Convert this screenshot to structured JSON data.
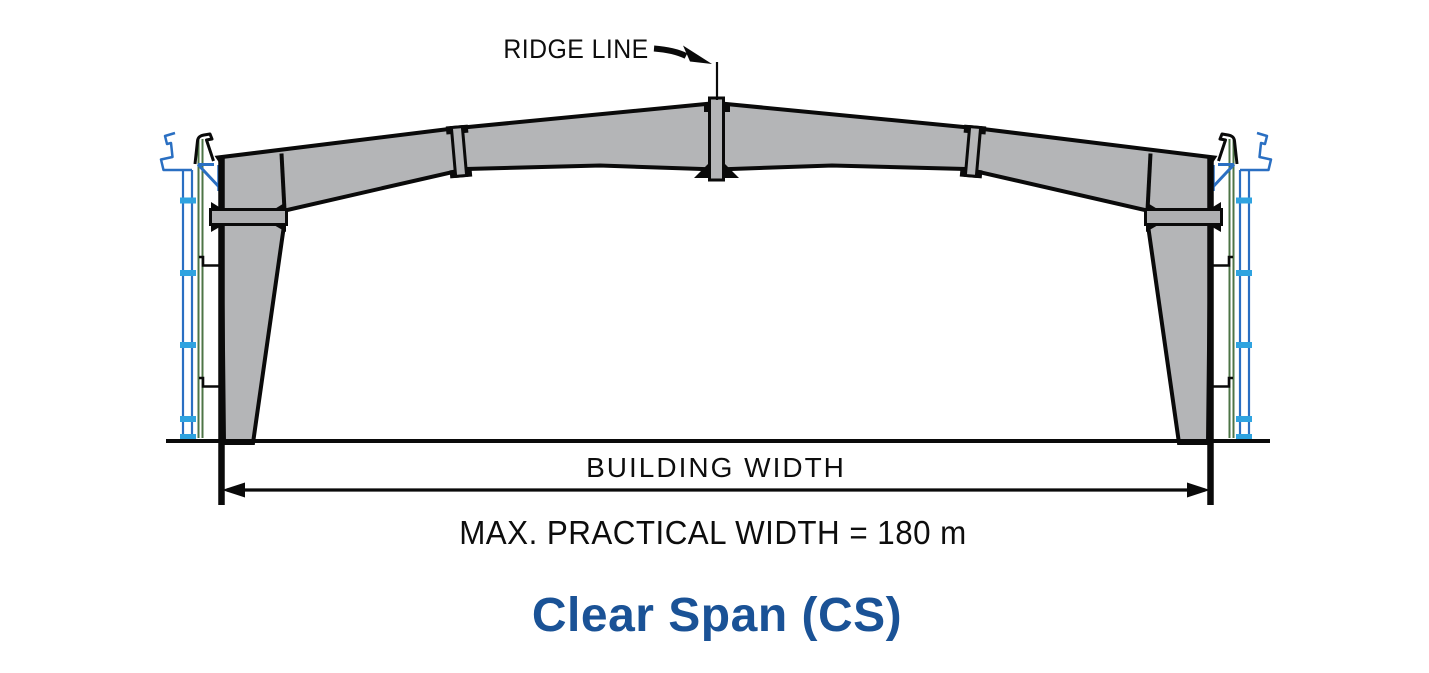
{
  "diagram": {
    "ridge_label": "RIDGE LINE",
    "building_width_label": "BUILDING WIDTH",
    "max_width_label": "MAX. PRACTICAL WIDTH = 180 m",
    "max_practical_width_value": "180 m",
    "title": "Clear Span (CS)"
  },
  "colors": {
    "frame_gray": "#b4b5b7",
    "band_gray": "#aeafb1",
    "outline_black": "#0a0a0a",
    "sheeting_blue": "#2a6fc2",
    "tick_blue": "#2fa3e0",
    "liner_green": "#4d7446",
    "title_blue": "#1a5296",
    "text_black": "#0d0d0d"
  }
}
